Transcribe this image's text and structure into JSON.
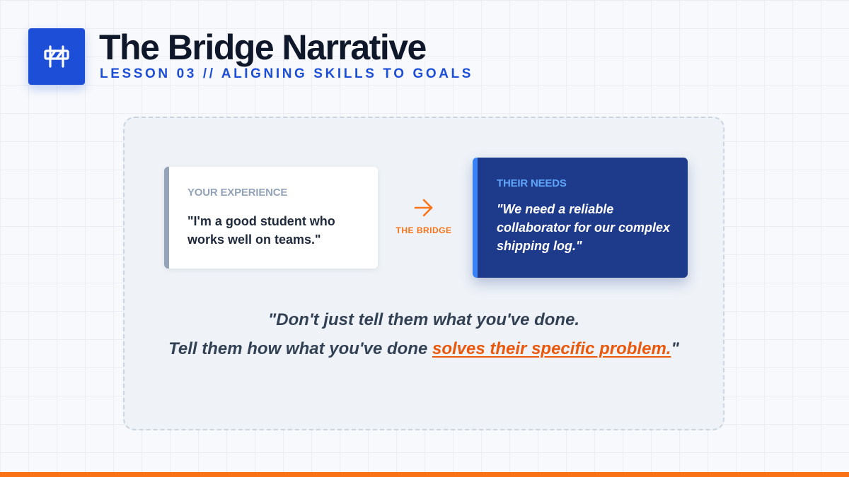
{
  "header": {
    "title": "The Bridge Narrative",
    "subtitle": "LESSON 03 // ALIGNING SKILLS TO GOALS",
    "logo_icon": "road-barrier-icon"
  },
  "experience_card": {
    "label": "YOUR EXPERIENCE",
    "text": "\"I'm a good student who works well on teams.\""
  },
  "bridge": {
    "icon": "arrow-right-icon",
    "label": "THE BRIDGE"
  },
  "needs_card": {
    "label": "THEIR NEEDS",
    "text": "\"We need a reliable collaborator for our complex shipping log.\""
  },
  "quote": {
    "line1": "\"Don't just tell them what you've done.",
    "line2_start": "Tell them how what you've done ",
    "highlight": "solves their specific problem.",
    "end": "\""
  },
  "colors": {
    "accent_blue": "#1d4ed8",
    "navy": "#1e3a8a",
    "accent_orange": "#f97316",
    "highlight_orange": "#ea580c"
  }
}
